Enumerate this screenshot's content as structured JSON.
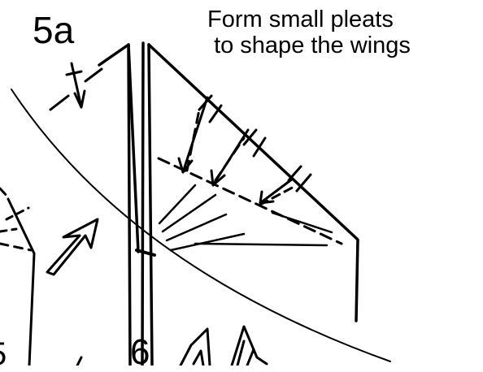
{
  "step_label_main": "5a",
  "step_label_next": "6",
  "step_label_prev_partial": "5",
  "instruction_line1": "Form small pleats",
  "instruction_line2": "to shape the wings",
  "ink_color": "#000000",
  "background_color": "#ffffff"
}
